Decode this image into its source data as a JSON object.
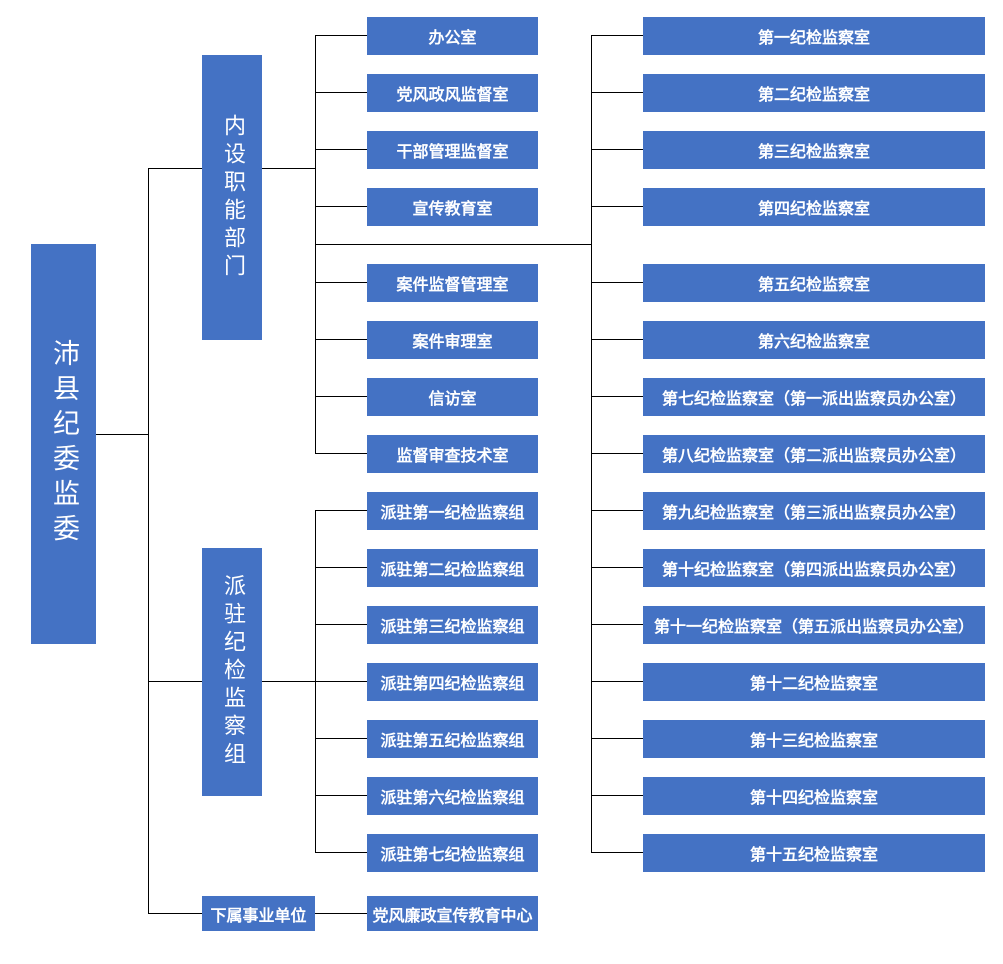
{
  "root": {
    "label": "沛县纪委监委"
  },
  "categories": {
    "internal": "内设职能部门",
    "stationed": "派驻纪检监察组",
    "affiliated": "下属事业单位"
  },
  "internal_offices": [
    "办公室",
    "党风政风监督室",
    "干部管理监督室",
    "宣传教育室",
    "案件监督管理室",
    "案件审理室",
    "信访室",
    "监督审查技术室"
  ],
  "inspection_offices": [
    "第一纪检监察室",
    "第二纪检监察室",
    "第三纪检监察室",
    "第四纪检监察室",
    "第五纪检监察室",
    "第六纪检监察室",
    "第七纪检监察室（第一派出监察员办公室）",
    "第八纪检监察室（第二派出监察员办公室）",
    "第九纪检监察室（第三派出监察员办公室）",
    "第十纪检监察室（第四派出监察员办公室）",
    "第十一纪检监察室（第五派出监察员办公室）",
    "第十二纪检监察室",
    "第十三纪检监察室",
    "第十四纪检监察室",
    "第十五纪检监察室"
  ],
  "stationed_groups": [
    "派驻第一纪检监察组",
    "派驻第二纪检监察组",
    "派驻第三纪检监察组",
    "派驻第四纪检监察组",
    "派驻第五纪检监察组",
    "派驻第六纪检监察组",
    "派驻第七纪检监察组"
  ],
  "affiliated_units": [
    "党风廉政宣传教育中心"
  ],
  "colors": {
    "box": "#4472c4",
    "text": "#ffffff",
    "line": "#000000"
  }
}
